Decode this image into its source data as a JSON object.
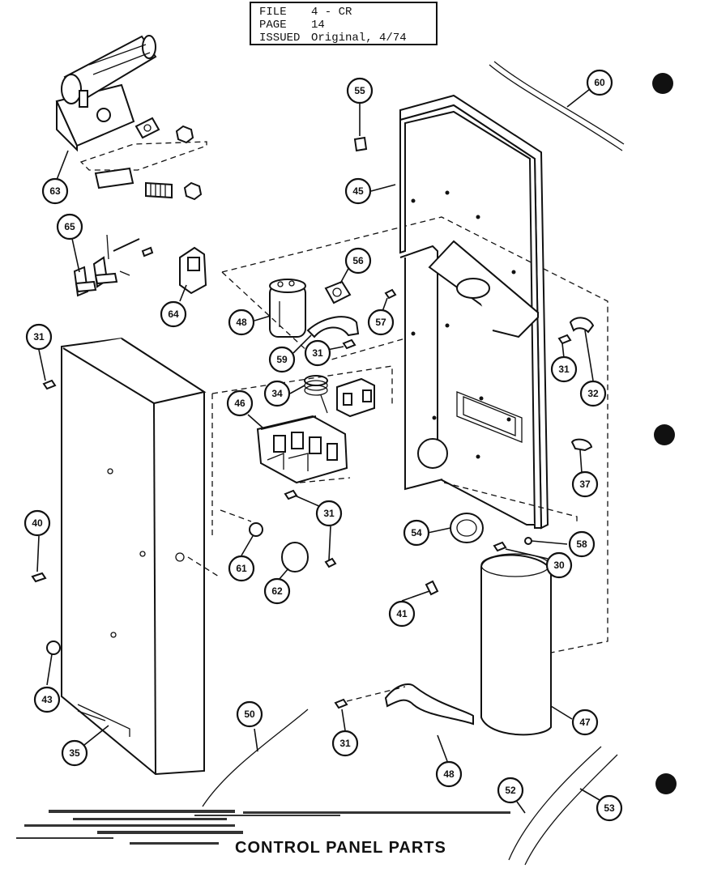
{
  "header": {
    "file_label": "FILE",
    "file_value": "4 - CR",
    "page_label": "PAGE",
    "page_value": "14",
    "issued_label": "ISSUED",
    "issued_value": "Original, 4/74"
  },
  "title": "CONTROL PANEL PARTS",
  "callouts": {
    "c55": "55",
    "c60": "60",
    "c63": "63",
    "c45": "45",
    "c65": "65",
    "c56": "56",
    "c48a": "48",
    "c57": "57",
    "c64": "64",
    "c31a": "31",
    "c59": "59",
    "c31b": "31",
    "c34": "34",
    "c31c": "31",
    "c32": "32",
    "c46": "46",
    "c37": "37",
    "c31d": "31",
    "c40": "40",
    "c61": "61",
    "c62": "62",
    "c54": "54",
    "c58": "58",
    "c30": "30",
    "c41": "41",
    "c43": "43",
    "c47": "47",
    "c50": "50",
    "c35": "35",
    "c31e": "31",
    "c48b": "48",
    "c52": "52",
    "c53": "53"
  }
}
